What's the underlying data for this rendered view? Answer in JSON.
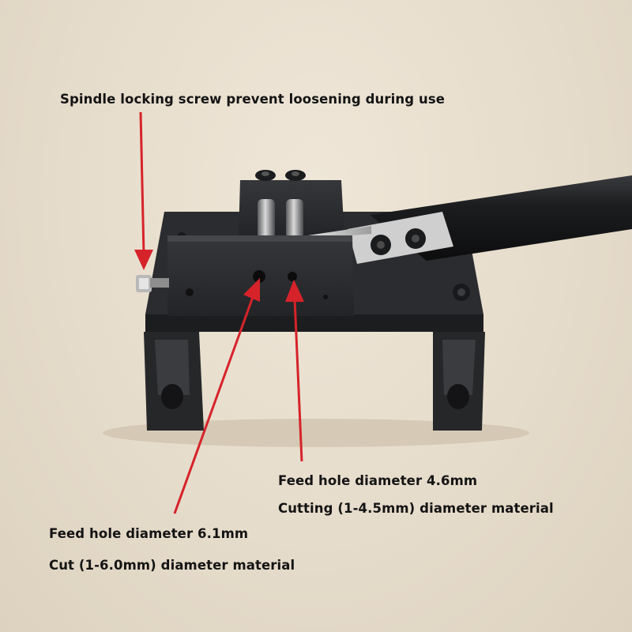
{
  "annotations": {
    "locking_screw": "Spindle locking screw prevent loosening during use",
    "small_hole_diameter": "Feed hole diameter 4.6mm",
    "small_hole_range": "Cutting (1-4.5mm) diameter material",
    "large_hole_diameter": "Feed hole diameter 6.1mm",
    "large_hole_range": "Cut (1-6.0mm) diameter material"
  },
  "colors": {
    "arrow": "#d6232a",
    "metal": "#2a2b2e",
    "background": "#e9dfcf"
  }
}
